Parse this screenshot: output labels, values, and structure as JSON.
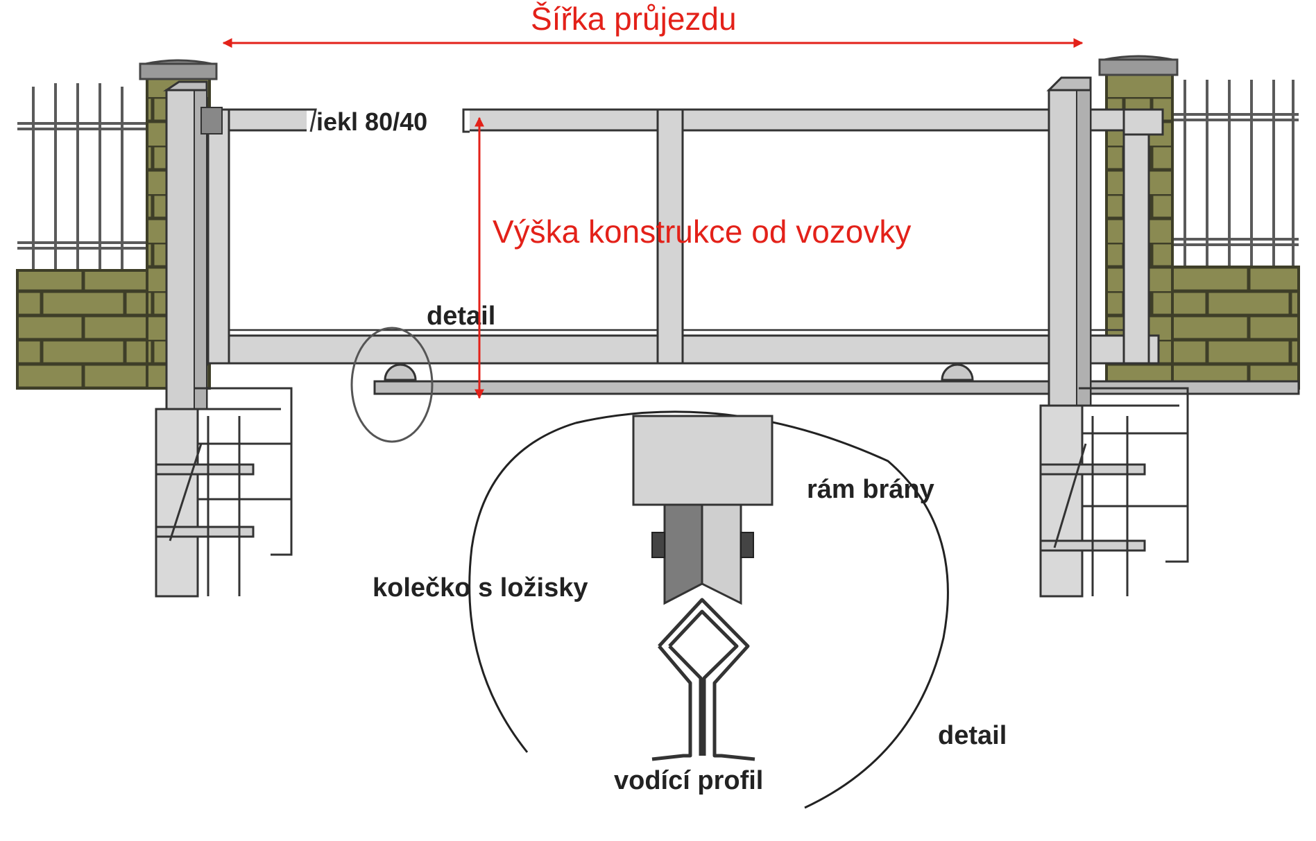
{
  "labels": {
    "width_label": "Šířka průjezdu",
    "height_label": "Výška konstrukce od vozovky",
    "profile_label": "iekl 80/40",
    "detail_small": "detail",
    "detail_large": "detail",
    "frame_label": "rám brány",
    "wheel_label": "kolečko s ložisky",
    "guide_label": "vodící profil"
  },
  "colors": {
    "annotation": "#e32119",
    "label": "#222222",
    "brick": "#8a8a52",
    "brick_mortar": "#4a4a30",
    "steel_light": "#d0d0d0",
    "steel_mid": "#a8a8a8",
    "steel_dark": "#707070",
    "outline": "#333333"
  }
}
